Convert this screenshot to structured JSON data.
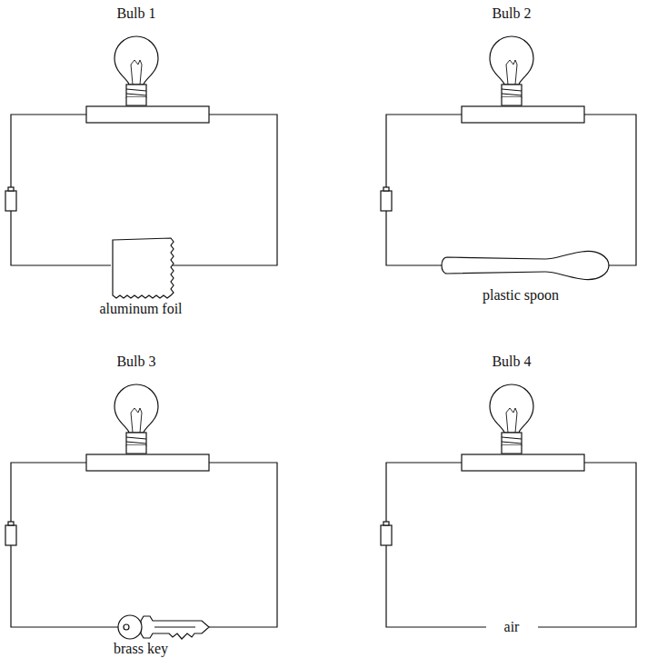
{
  "diagram": {
    "labels": [
      "Bulb 1",
      "Bulb 2",
      "aluminum foil",
      "plastic spoon",
      "Bulb 3",
      "Bulb 4",
      "brass key",
      "air"
    ]
  }
}
